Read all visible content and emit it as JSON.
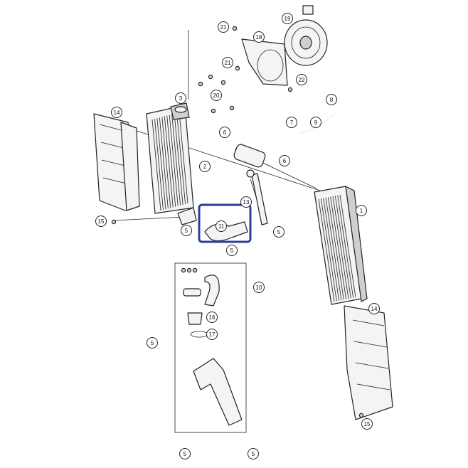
{
  "callouts": [
    {
      "id": "c1",
      "label": "1"
    },
    {
      "id": "c2",
      "label": "2"
    },
    {
      "id": "c3",
      "label": "3"
    },
    {
      "id": "c5a",
      "label": "5"
    },
    {
      "id": "c5b",
      "label": "5"
    },
    {
      "id": "c5c",
      "label": "5"
    },
    {
      "id": "c5d",
      "label": "5"
    },
    {
      "id": "c5e",
      "label": "5"
    },
    {
      "id": "c5f",
      "label": "5"
    },
    {
      "id": "c6a",
      "label": "6"
    },
    {
      "id": "c6b",
      "label": "6"
    },
    {
      "id": "c7",
      "label": "7"
    },
    {
      "id": "c8",
      "label": "8"
    },
    {
      "id": "c9",
      "label": "9"
    },
    {
      "id": "c10",
      "label": "10"
    },
    {
      "id": "c11",
      "label": "11"
    },
    {
      "id": "c13",
      "label": "13"
    },
    {
      "id": "c14a",
      "label": "14"
    },
    {
      "id": "c14b",
      "label": "14"
    },
    {
      "id": "c15a",
      "label": "15"
    },
    {
      "id": "c15b",
      "label": "15"
    },
    {
      "id": "c16",
      "label": "16"
    },
    {
      "id": "c17",
      "label": "17"
    },
    {
      "id": "c18",
      "label": "18"
    },
    {
      "id": "c19",
      "label": "19"
    },
    {
      "id": "c20",
      "label": "20"
    },
    {
      "id": "c21a",
      "label": "21"
    },
    {
      "id": "c21b",
      "label": "21"
    },
    {
      "id": "c22",
      "label": "22"
    }
  ],
  "highlight": {
    "part": "11",
    "color": "#2b3e9a"
  }
}
